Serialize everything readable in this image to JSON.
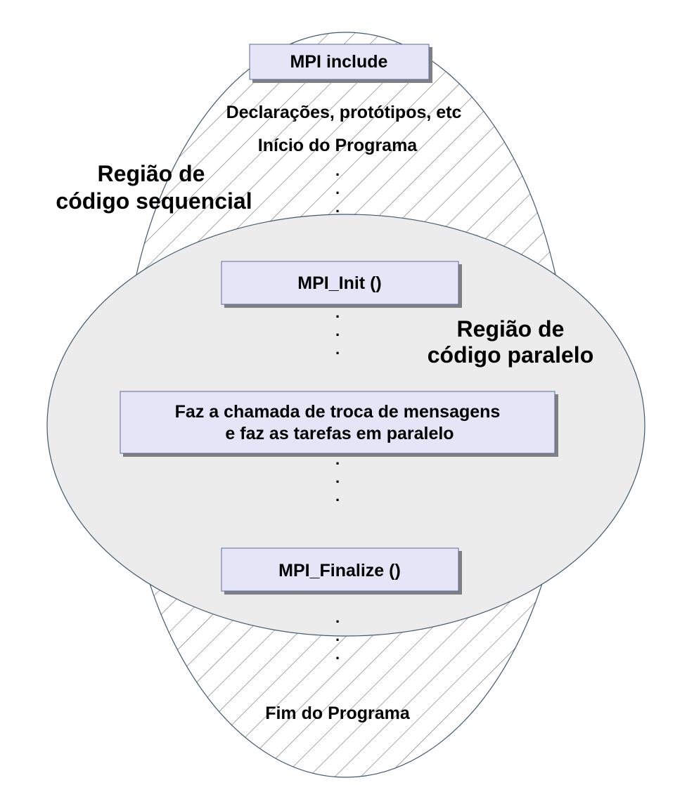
{
  "colors": {
    "outer_region_fill": "#ffffff",
    "hatch_stroke": "#6e6e6e",
    "outline_stroke": "#3f5a6e",
    "inner_region_fill": "#ececec",
    "box_fill": "#e4e6f8",
    "box_border": "#5a6aa0",
    "box_shadow": "#808080",
    "text": "#000000"
  },
  "sequential_region": {
    "label_line1": "Região de",
    "label_line2": "código sequencial",
    "mpi_include": "MPI include",
    "declarations": "Declarações, protótipos, etc",
    "program_start": "Início do Programa",
    "program_end": "Fim do Programa"
  },
  "parallel_region": {
    "label_line1": "Região de",
    "label_line2": "código paralelo",
    "mpi_init": "MPI_Init ()",
    "message_line1": "Faz a chamada de troca de mensagens",
    "message_line2": "e faz as tarefas em paralelo",
    "mpi_finalize": "MPI_Finalize ()"
  },
  "ellipsis_dot": "."
}
